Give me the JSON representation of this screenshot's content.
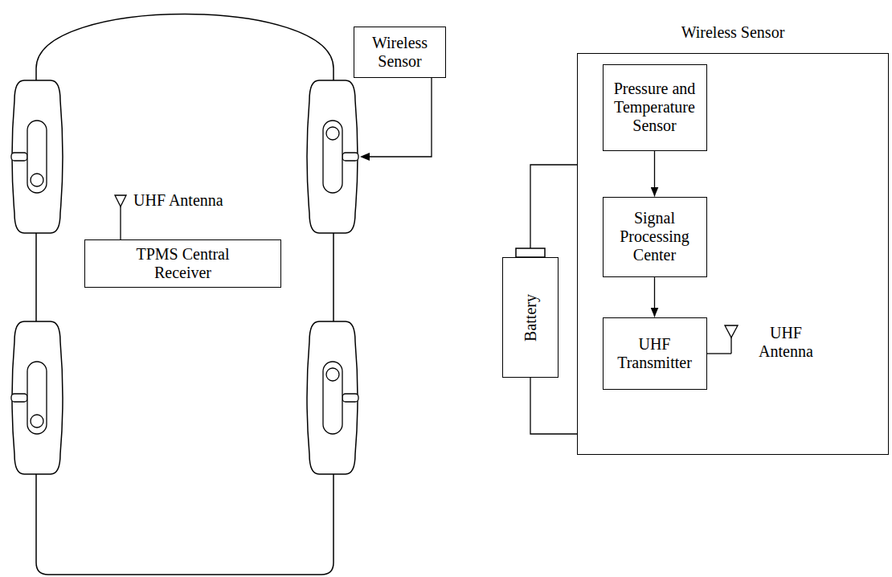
{
  "diagram": {
    "nodes": [
      {
        "text": [
          "Wireless Sensor"
        ]
      },
      {
        "text": [
          "TPMS Central Receiver"
        ]
      },
      {
        "text": [
          "Wireless Sensor"
        ]
      },
      {
        "text": [
          "Pressure and Temperature Sensor"
        ],
        "in": 2
      },
      {
        "text": [
          "Signal Processing Center"
        ],
        "in": 2
      },
      {
        "text": [
          "UHF Transmitter"
        ],
        "in": 2
      },
      {
        "text": [
          "Battery"
        ]
      }
    ],
    "edges": [
      {
        "from": 3,
        "to": 4,
        "arrow": "to"
      },
      {
        "from": 4,
        "to": 5,
        "arrow": "to"
      },
      {
        "from": 6,
        "to": 2,
        "arrow": "none"
      },
      {
        "from": 6,
        "to": 2,
        "arrow": "none"
      }
    ],
    "labels": [
      "UHF Antenna",
      "UHF Antenna"
    ]
  }
}
